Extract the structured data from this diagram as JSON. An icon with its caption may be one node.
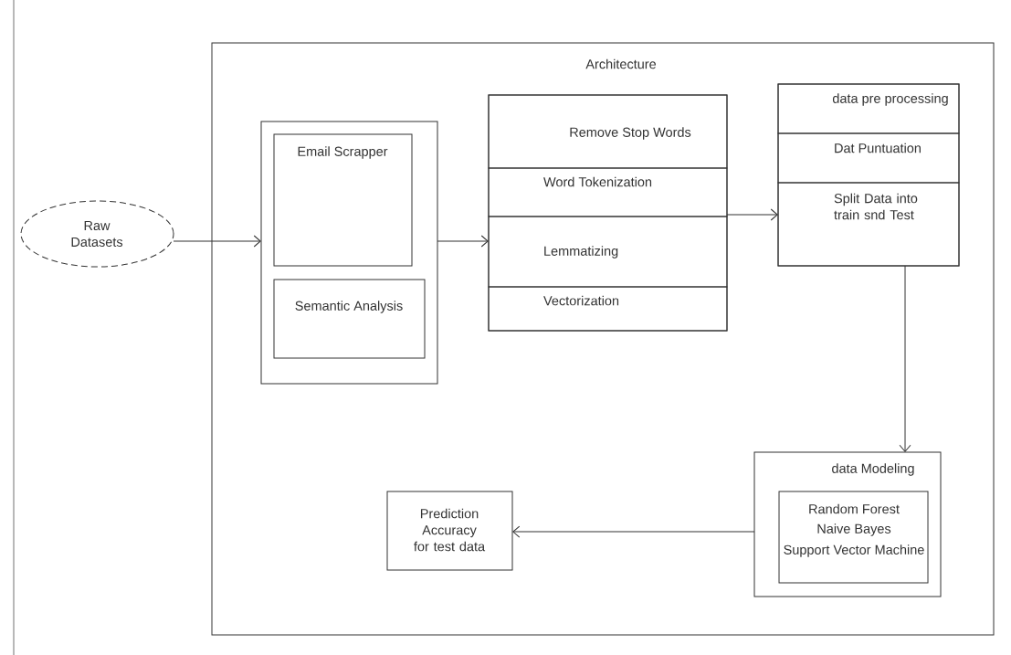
{
  "diagram": {
    "nodes": [
      {
        "text": [
          "Architecture"
        ]
      },
      {
        "text": [
          "Raw Datasets"
        ]
      },
      {
        "text": [],
        "shape": "box",
        "in": 0
      },
      {
        "text": [
          "Email Scrapper"
        ],
        "in": 2
      },
      {
        "text": [
          "Semantic Analysis"
        ],
        "in": 2
      },
      {
        "text": [],
        "shape": "box",
        "in": 0
      },
      {
        "text": [
          "Remove Stop Words"
        ],
        "in": 5
      },
      {
        "text": [
          "Word Tokenization"
        ],
        "in": 5
      },
      {
        "text": [
          "Lemmatizing"
        ],
        "in": 5
      },
      {
        "text": [
          "Vectorization"
        ],
        "in": 5
      },
      {
        "text": [],
        "shape": "box",
        "in": 0
      },
      {
        "text": [
          "data pre processing"
        ],
        "in": 10
      },
      {
        "text": [
          "Dat Puntuation"
        ],
        "in": 10
      },
      {
        "text": [
          "Split Data into train snd Test"
        ],
        "in": 10
      },
      {
        "text": [
          "data Modeling"
        ],
        "in": 0
      },
      {
        "text": [
          "Random Forest",
          "Naive Bayes",
          "Support Vector Machine"
        ],
        "in": 14
      },
      {
        "text": [
          "Prediction Accuracy for test data"
        ],
        "in": 0
      }
    ],
    "edges": [
      {
        "from": 1,
        "to": 2,
        "arrow": "to"
      },
      {
        "from": 2,
        "to": 5,
        "arrow": "to"
      },
      {
        "from": 5,
        "to": 10,
        "arrow": "to"
      },
      {
        "from": 10,
        "to": 14,
        "arrow": "to"
      },
      {
        "from": 14,
        "to": 16,
        "arrow": "to"
      }
    ]
  }
}
